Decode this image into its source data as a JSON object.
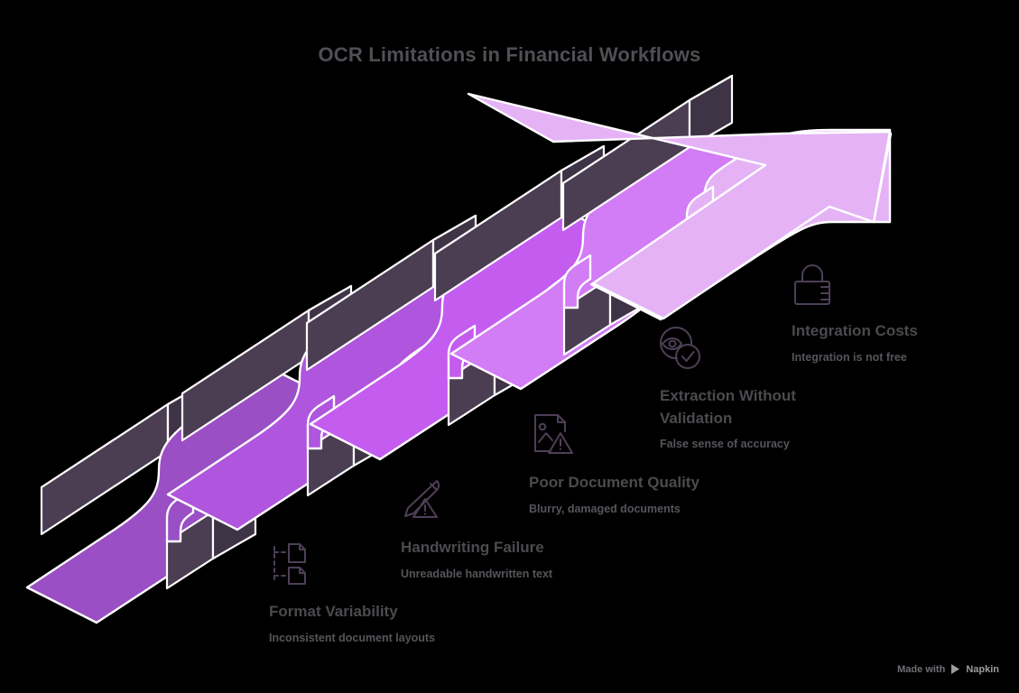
{
  "title": "OCR Limitations in Financial Workflows",
  "background_color": "#000000",
  "palette": {
    "bar_front": "#4b3d52",
    "bar_top": "#5b4b63",
    "bar_side": "#594a61",
    "outline": "#ffffff",
    "icon_stroke": "#4e3f57",
    "title_color": "#4f5055",
    "label_color": "#4b4b4f",
    "sublabel_color": "#55565b",
    "ribbon_1": "#9a4fc4",
    "ribbon_2": "#b055dd",
    "ribbon_3": "#c45cf0",
    "ribbon_4": "#d27cf5",
    "ribbon_5": "#e5b3f5"
  },
  "chart_data": {
    "type": "diagram",
    "subtype": "isometric-weaving-ribbon-arrow",
    "title": "OCR Limitations in Financial Workflows",
    "direction": "ascending left-to-right, ends in arrowhead top-right",
    "step_count": 5,
    "steps": [
      {
        "index": 1,
        "label": "Format Variability",
        "description": "Inconsistent document layouts",
        "icon": "documents-branch-icon",
        "ribbon_color": "#9a4fc4"
      },
      {
        "index": 2,
        "label": "Handwriting Failure",
        "description": "Unreadable handwritten text",
        "icon": "pen-warning-icon",
        "ribbon_color": "#b055dd"
      },
      {
        "index": 3,
        "label": "Poor Document Quality",
        "description": "Blurry, damaged documents",
        "icon": "image-document-warning-icon",
        "ribbon_color": "#c45cf0"
      },
      {
        "index": 4,
        "label": "Extraction Without\nValidation",
        "description": "False sense of accuracy",
        "icon": "search-check-icon",
        "ribbon_color": "#d27cf5"
      },
      {
        "index": 5,
        "label": "Integration Costs",
        "description": "Integration is not free",
        "icon": "lock-icon",
        "ribbon_color": "#e5b3f5"
      }
    ]
  },
  "watermark": {
    "prefix": "Made with",
    "brand": "Napkin",
    "icon": "napkin-play-icon"
  }
}
